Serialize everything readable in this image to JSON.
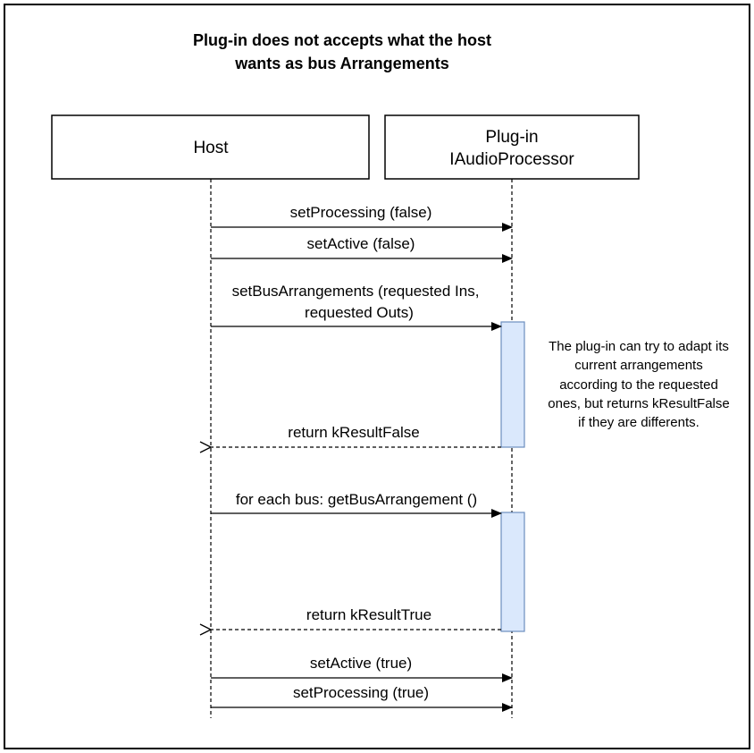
{
  "title": {
    "line1": "Plug-in does not accepts what the host",
    "line2": "wants as bus Arrangements"
  },
  "participants": {
    "host": {
      "label": "Host"
    },
    "plugin": {
      "line1": "Plug-in",
      "line2": "IAudioProcessor"
    }
  },
  "messages": [
    {
      "text": "setProcessing (false)",
      "kind": "call"
    },
    {
      "text": "setActive (false)",
      "kind": "call"
    },
    {
      "line1": "setBusArrangements (requested Ins,",
      "line2": "requested Outs)",
      "kind": "call"
    },
    {
      "text": "return kResultFalse",
      "kind": "return"
    },
    {
      "text": "for each bus: getBusArrangement ()",
      "kind": "call"
    },
    {
      "text": "return kResultTrue",
      "kind": "return"
    },
    {
      "text": "setActive (true)",
      "kind": "call"
    },
    {
      "text": "setProcessing (true)",
      "kind": "call"
    }
  ],
  "note": {
    "lines": [
      "The plug-in can try to adapt its",
      "current arrangements",
      "according to the requested",
      "ones, but returns kResultFalse",
      "if they are differents."
    ]
  },
  "colors": {
    "activation_fill": "#dae8fc",
    "activation_stroke": "#6c8ebf",
    "line": "#000000"
  }
}
